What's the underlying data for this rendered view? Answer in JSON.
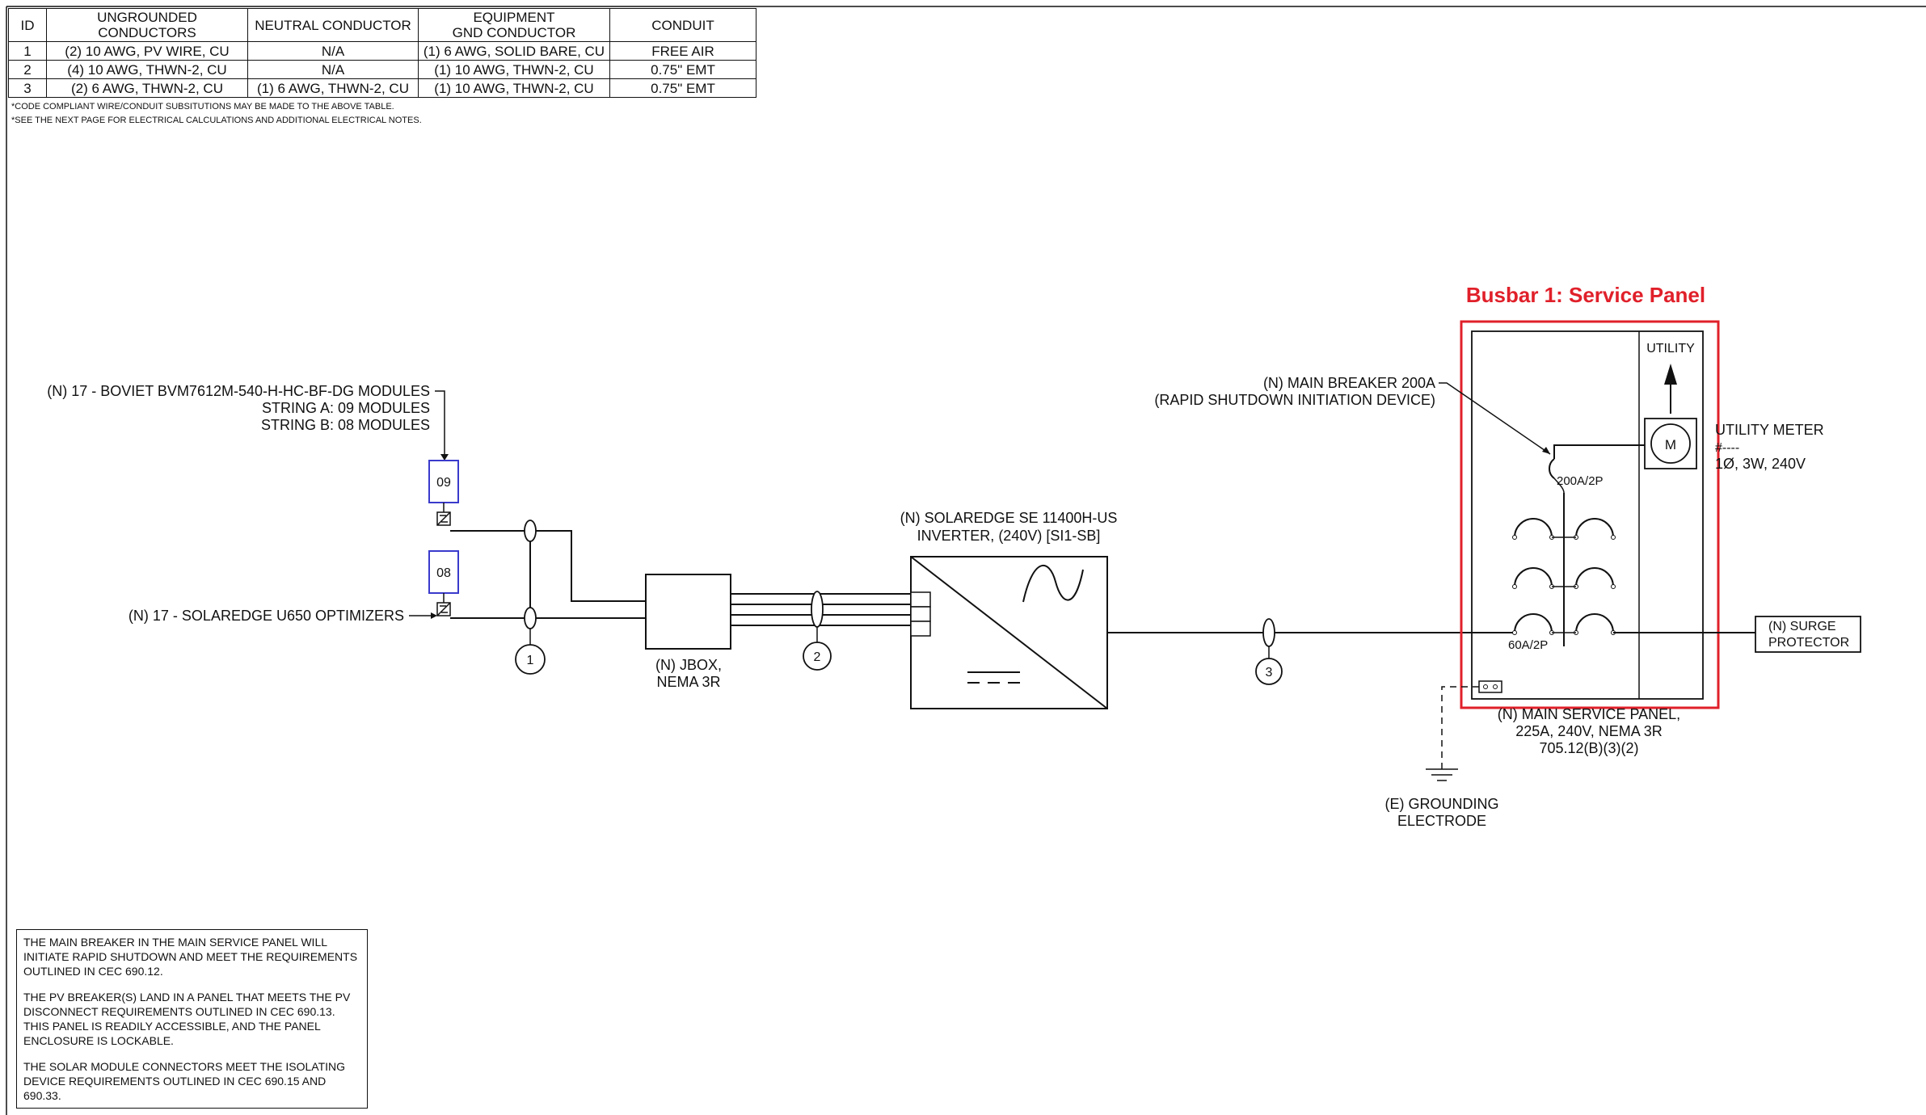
{
  "conductor_table": {
    "headers": [
      "ID",
      "UNGROUNDED\nCONDUCTORS",
      "NEUTRAL CONDUCTOR",
      "EQUIPMENT\nGND CONDUCTOR",
      "CONDUIT"
    ],
    "rows": [
      [
        "1",
        "(2) 10 AWG, PV WIRE, CU",
        "N/A",
        "(1) 6 AWG, SOLID BARE, CU",
        "FREE AIR"
      ],
      [
        "2",
        "(4) 10 AWG, THWN-2, CU",
        "N/A",
        "(1) 10 AWG, THWN-2, CU",
        "0.75\" EMT"
      ],
      [
        "3",
        "(2) 6 AWG, THWN-2, CU",
        "(1) 6 AWG, THWN-2, CU",
        "(1) 10 AWG, THWN-2, CU",
        "0.75\" EMT"
      ]
    ]
  },
  "table_notes": [
    "*CODE COMPLIANT WIRE/CONDUIT SUBSITUTIONS MAY BE MADE TO THE ABOVE TABLE.",
    "*SEE THE NEXT PAGE FOR ELECTRICAL CALCULATIONS AND ADDITIONAL ELECTRICAL NOTES."
  ],
  "modules": {
    "line1": "(N) 17 - BOVIET BVM7612M-540-H-HC-BF-DG MODULES",
    "line2": "STRING A: 09 MODULES",
    "line3": "STRING B: 08 MODULES",
    "string_a_count": "09",
    "string_b_count": "08"
  },
  "optimizers_label": "(N) 17 - SOLAREDGE U650 OPTIMIZERS",
  "jbox": {
    "line1": "(N) JBOX,",
    "line2": "NEMA 3R"
  },
  "inverter": {
    "line1": "(N) SOLAREDGE SE 11400H-US",
    "line2": "INVERTER, (240V) [SI1-SB]"
  },
  "conduit_tags": [
    "1",
    "2",
    "3"
  ],
  "busbar_title": "Busbar 1: Service Panel",
  "main_breaker": {
    "line1": "(N) MAIN BREAKER 200A",
    "line2": "(RAPID SHUTDOWN INITIATION DEVICE)",
    "rating": "200A/2P"
  },
  "pv_breaker_rating": "60A/2P",
  "utility_label": "UTILITY",
  "meter": {
    "symbol": "M",
    "line1": "UTILITY METER",
    "line2": "#----",
    "line3": "1Ø, 3W, 240V"
  },
  "service_panel": {
    "line1": "(N) MAIN SERVICE PANEL,",
    "line2": "225A, 240V, NEMA 3R",
    "line3": "705.12(B)(3)(2)"
  },
  "surge_protector": {
    "line1": "(N) SURGE",
    "line2": "PROTECTOR"
  },
  "grounding": {
    "line1": "(E) GROUNDING",
    "line2": "ELECTRODE"
  },
  "notes_box": [
    "THE MAIN BREAKER IN THE MAIN SERVICE PANEL WILL INITIATE RAPID SHUTDOWN AND MEET THE REQUIREMENTS OUTLINED IN CEC 690.12.",
    "THE PV BREAKER(S) LAND IN A PANEL THAT MEETS THE PV DISCONNECT REQUIREMENTS OUTLINED IN CEC 690.13. THIS PANEL IS READILY ACCESSIBLE, AND THE PANEL ENCLOSURE IS LOCKABLE.",
    "THE SOLAR MODULE CONNECTORS MEET THE ISOLATING DEVICE REQUIREMENTS OUTLINED IN CEC 690.15 AND 690.33."
  ],
  "colors": {
    "highlight": "#e0202a",
    "string_box": "#3a3acc",
    "line": "#111111"
  }
}
